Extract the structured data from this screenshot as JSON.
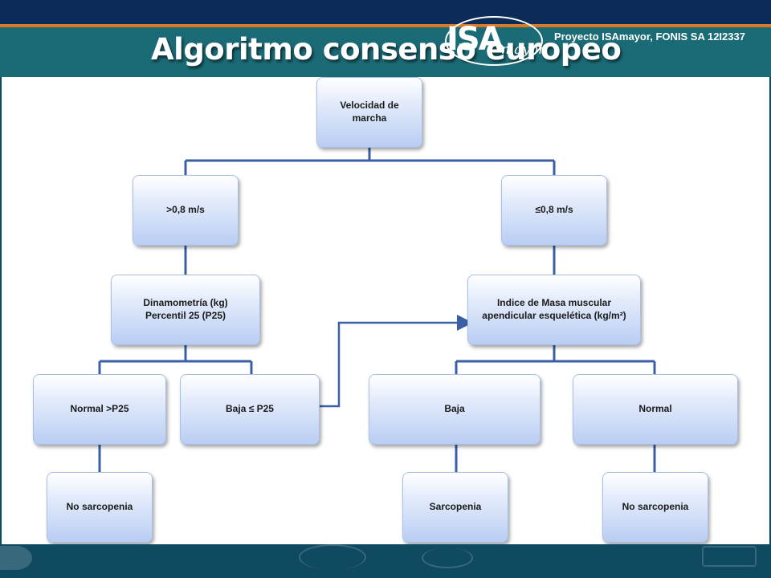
{
  "header": {
    "title": "Algoritmo consenso europeo",
    "logo_main": "ISA",
    "logo_sub": "mayor",
    "project": "Proyecto ISAmayor, FONIS SA 12I2337"
  },
  "nodes": {
    "root": "Velocidad de marcha",
    "fast": ">0,8 m/s",
    "slow": "≤0,8 m/s",
    "dynamometry": "Dinamometría (kg) Percentil 25 (P25)",
    "muscle_index": "Indice de Masa muscular apendicular esquelética (kg/m²)",
    "grip_normal": "Normal >P25",
    "grip_low": "Baja ≤ P25",
    "mass_low": "Baja",
    "mass_normal": "Normal",
    "outcome_no_sarcopenia_left": "No sarcopenia",
    "outcome_sarcopenia": "Sarcopenia",
    "outcome_no_sarcopenia_right": "No sarcopenia"
  },
  "colors": {
    "connector": "#3a5fa5",
    "header_band": "#1b6b76",
    "top_bar": "#0c2c57",
    "accent_stripe": "#d97a2b"
  }
}
